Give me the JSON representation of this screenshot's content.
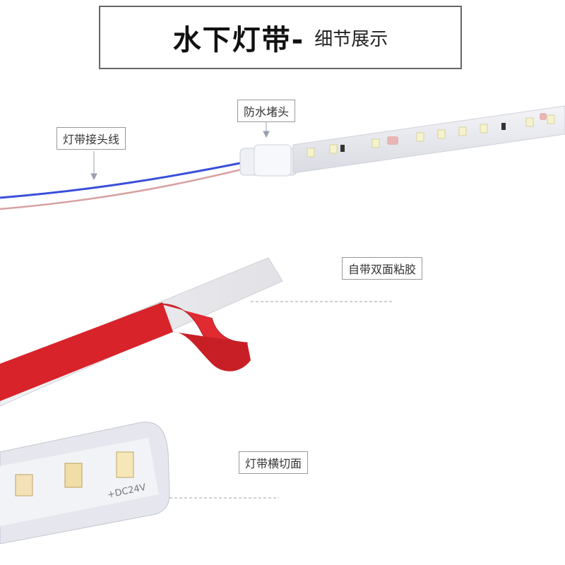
{
  "header": {
    "title": "水下灯带-",
    "subtitle": "细节展示"
  },
  "labels": {
    "connector_wire": "灯带接头线",
    "waterproof_cap": "防水堵头",
    "adhesive": "自带双面粘胶",
    "cross_section": "灯带横切面"
  },
  "strip_marking": "+DC24V"
}
